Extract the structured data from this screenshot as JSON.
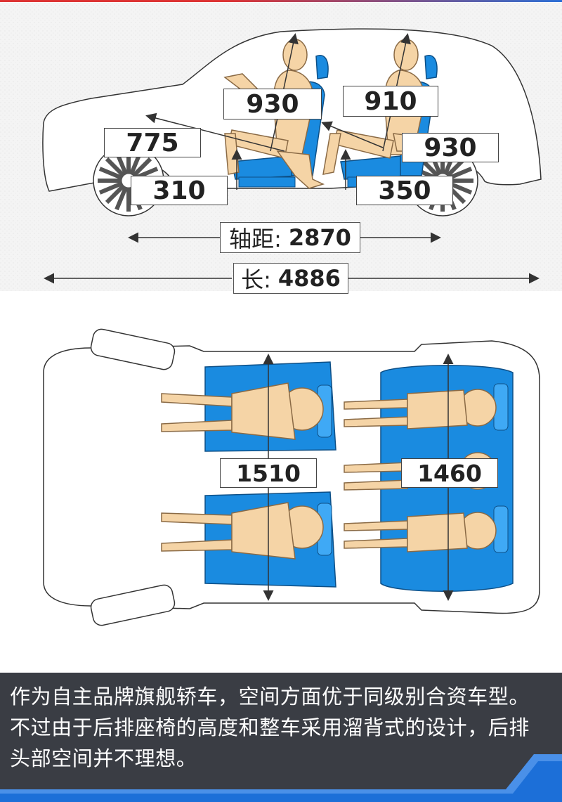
{
  "side_view": {
    "labels": {
      "front_headroom": "930",
      "rear_headroom": "910",
      "front_legroom": "775",
      "rear_legroom": "930",
      "front_seat_height": "310",
      "rear_seat_height": "350"
    },
    "wheelbase_label": "轴距:",
    "wheelbase_value": "2870",
    "length_label": "长:",
    "length_value": "4886"
  },
  "top_view": {
    "front_width": "1510",
    "rear_width": "1460"
  },
  "caption": {
    "text": "作为自主品牌旗舰轿车，空间方面优于同级别合资车型。不过由于后排座椅的高度和整车采用溜背式的设计，后排头部空间并不理想。"
  },
  "colors": {
    "seat_blue": "#1a8be0",
    "figure_skin": "#f5d4a6",
    "caption_bg": "#3a3d44",
    "accent_blue": "#1c6fd8"
  }
}
